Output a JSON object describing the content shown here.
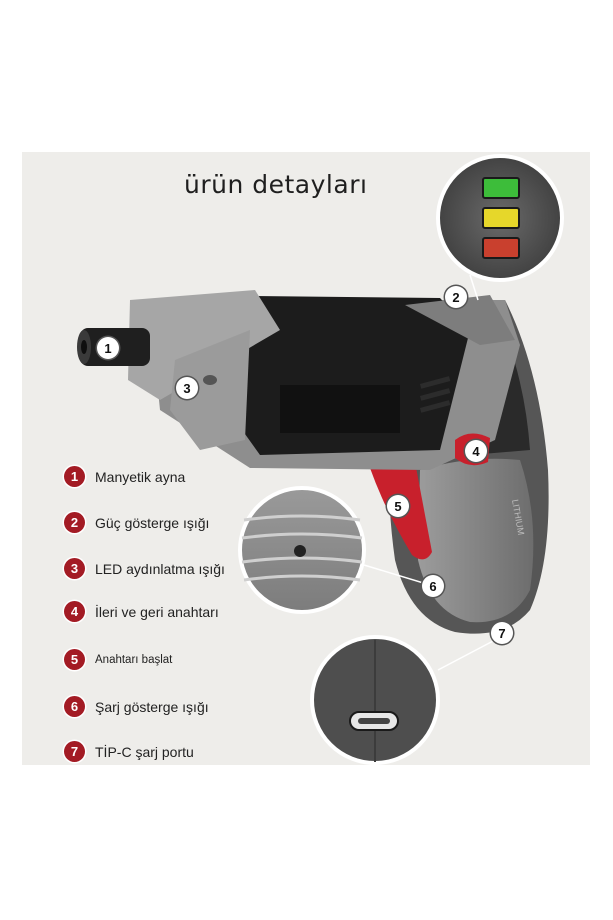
{
  "title": "ürün detayları",
  "legend": [
    {
      "num": "1",
      "label": "Manyetik ayna"
    },
    {
      "num": "2",
      "label": "Güç gösterge ışığı"
    },
    {
      "num": "3",
      "label": "LED aydınlatma ışığı"
    },
    {
      "num": "4",
      "label": "İleri ve geri anahtarı"
    },
    {
      "num": "5",
      "label": "Anahtarı başlat"
    },
    {
      "num": "6",
      "label": "Şarj gösterge ışığı"
    },
    {
      "num": "7",
      "label": "TİP-C şarj portu"
    }
  ],
  "callouts": [
    "1",
    "2",
    "3",
    "4",
    "5",
    "6",
    "7"
  ],
  "handle_text": "LITHIUM",
  "colors": {
    "accent": "#a31b24",
    "trigger": "#c8202c",
    "body_gray": "#8e8e8e",
    "body_black": "#1c1c1c",
    "led_green": "#3dbd3a",
    "led_yellow": "#e6d72a",
    "led_red": "#c9402e"
  }
}
